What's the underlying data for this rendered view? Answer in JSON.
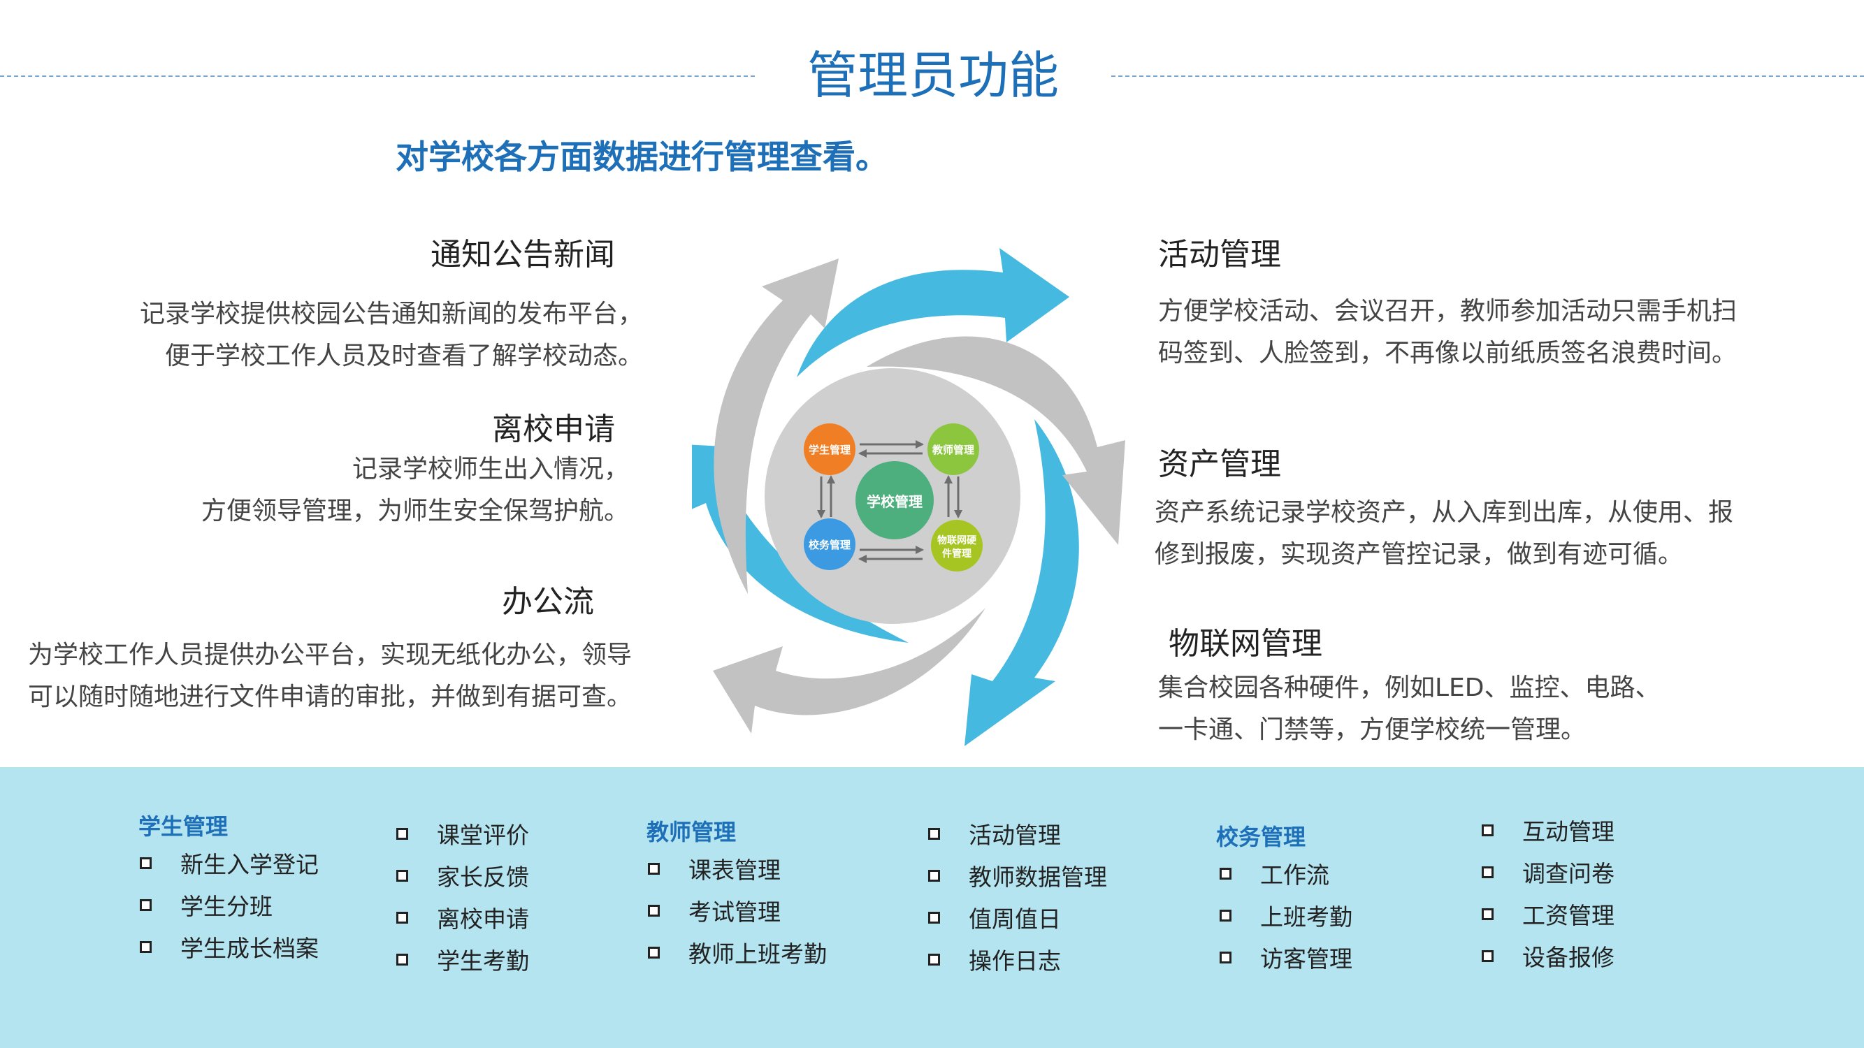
{
  "header": {
    "title": "管理员功能",
    "subtitle": "对学校各方面数据进行管理查看。"
  },
  "sections": {
    "notice": {
      "title": "通知公告新闻",
      "lines": [
        "记录学校提供校园公告通知新闻的发布平台，",
        "便于学校工作人员及时查看了解学校动态。"
      ]
    },
    "leave": {
      "title": "离校申请",
      "lines": [
        "记录学校师生出入情况，",
        "方便领导管理，为师生安全保驾护航。"
      ]
    },
    "office": {
      "title": "办公流",
      "lines": [
        "为学校工作人员提供办公平台，实现无纸化办公，领导",
        "可以随时随地进行文件申请的审批，并做到有据可查。"
      ]
    },
    "activity": {
      "title": "活动管理",
      "lines": [
        "方便学校活动、会议召开，教师参加活动只需手机扫",
        "码签到、人脸签到，不再像以前纸质签名浪费时间。"
      ]
    },
    "asset": {
      "title": "资产管理",
      "lines": [
        "资产系统记录学校资产，从入库到出库，从使用、报",
        "修到报废，实现资产管控记录，做到有迹可循。"
      ]
    },
    "iot": {
      "title": "物联网管理",
      "lines": [
        "集合校园各种硬件，例如LED、监控、电路、",
        "一卡通、门禁等，方便学校统一管理。"
      ]
    }
  },
  "diagram": {
    "center": "学校管理",
    "nodes": [
      {
        "label": "学生管理",
        "color": "#f07e24"
      },
      {
        "label": "教师管理",
        "color": "#8cc63f"
      },
      {
        "label": "校务管理",
        "color": "#3b9ae1"
      },
      {
        "label": "物联网硬件管理",
        "label_lines": [
          "物联网硬",
          "件管理"
        ],
        "color": "#a6c523"
      }
    ],
    "center_color": "#4caf7d",
    "hub_color": "#cfcfcf",
    "blue": "#45b9df",
    "gray": "#c2c2c2"
  },
  "features": {
    "student": {
      "heading": "学生管理",
      "items": [
        "新生入学登记",
        "学生分班",
        "学生成长档案"
      ],
      "items2": [
        "课堂评价",
        "家长反馈",
        "离校申请",
        "学生考勤"
      ]
    },
    "teacher": {
      "heading": "教师管理",
      "items": [
        "课表管理",
        "考试管理",
        "教师上班考勤"
      ],
      "items2": [
        "活动管理",
        "教师数据管理",
        "值周值日",
        "操作日志"
      ]
    },
    "affairs": {
      "heading": "校务管理",
      "items": [
        "工作流",
        "上班考勤",
        "访客管理"
      ],
      "items2": [
        "互动管理",
        "调查问卷",
        "工资管理",
        "设备报修"
      ]
    }
  },
  "colors": {
    "accent": "#1d6fb8",
    "band": "#b5e4f1"
  }
}
